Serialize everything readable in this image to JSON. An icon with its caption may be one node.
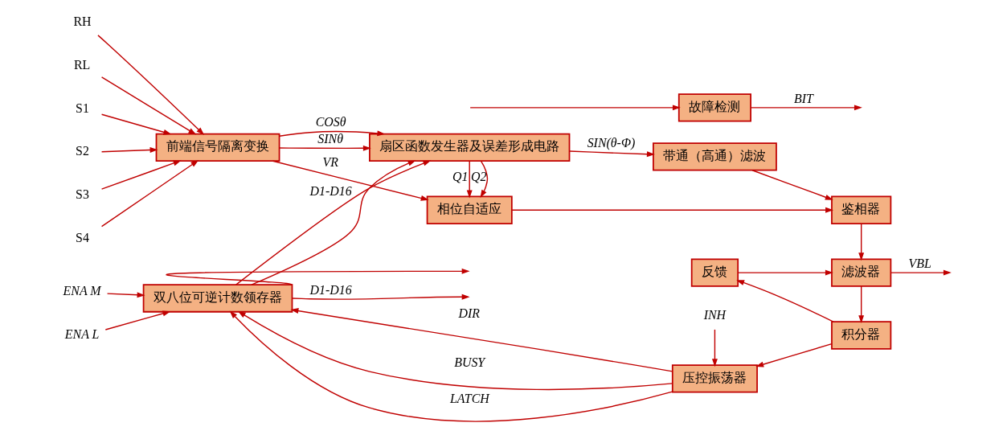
{
  "diagram": {
    "nodes": [
      {
        "text": [
          "RH"
        ]
      },
      {
        "text": [
          "RL"
        ]
      },
      {
        "text": [
          "S1"
        ]
      },
      {
        "text": [
          "S2"
        ]
      },
      {
        "text": [
          "S3"
        ]
      },
      {
        "text": [
          "S4"
        ]
      },
      {
        "text": [
          "前端信号隔离变换"
        ]
      },
      {
        "text": [
          "相位自适应"
        ]
      },
      {
        "text": [
          "故障检测"
        ]
      },
      {
        "text": [
          "扇区函数发生器及误差形成电路"
        ]
      },
      {
        "text": [
          "带通（高通）滤波"
        ]
      },
      {
        "text": [
          "鉴相器"
        ]
      },
      {
        "text": [
          "反馈"
        ]
      },
      {
        "text": [
          "滤波器"
        ]
      },
      {
        "text": [
          "ENA M"
        ]
      },
      {
        "text": [
          "ENA L"
        ]
      },
      {
        "text": [
          "双八位可逆计数领存器"
        ]
      },
      {
        "text": [
          "压控振荡器"
        ]
      },
      {
        "text": [
          "积分器"
        ]
      },
      {
        "text": [
          "INH"
        ]
      }
    ],
    "edges": [
      {
        "from": 0,
        "to": 6,
        "arrow": "to"
      },
      {
        "from": 1,
        "to": 6,
        "arrow": "to"
      },
      {
        "from": 2,
        "to": 6,
        "arrow": "to"
      },
      {
        "from": 3,
        "to": 6,
        "arrow": "to"
      },
      {
        "from": 4,
        "to": 6,
        "arrow": "to"
      },
      {
        "from": 5,
        "to": 6,
        "arrow": "to"
      },
      {
        "from": 6,
        "to": 7,
        "arrow": "to",
        "label": "VR"
      },
      {
        "from": 6,
        "to": 9,
        "arrow": "to",
        "label": "SINθ"
      },
      {
        "from": 6,
        "to": 9,
        "arrow": "to",
        "label": "COSθ"
      },
      {
        "from": 9,
        "to": 7,
        "arrow": "to",
        "label": "Q1"
      },
      {
        "from": 9,
        "to": 7,
        "arrow": "to",
        "label": "Q2"
      },
      {
        "from": null,
        "to": 8,
        "arrow": "to"
      },
      {
        "from": 8,
        "to": null,
        "arrow": "to",
        "label": "BIT"
      },
      {
        "from": 9,
        "to": 10,
        "arrow": "to",
        "label": "SIN(θ-Φ)"
      },
      {
        "from": 7,
        "to": 11,
        "arrow": "to"
      },
      {
        "from": 10,
        "to": 11,
        "arrow": "to"
      },
      {
        "from": 11,
        "to": 13,
        "arrow": "to"
      },
      {
        "from": 12,
        "to": 13,
        "arrow": "to"
      },
      {
        "from": 13,
        "to": 18,
        "arrow": "to"
      },
      {
        "from": 13,
        "to": null,
        "arrow": "to",
        "label": "VBL"
      },
      {
        "from": 18,
        "to": 17,
        "arrow": "to"
      },
      {
        "from": 18,
        "to": 12,
        "arrow": "to"
      },
      {
        "from": 17,
        "to": 16,
        "arrow": "to",
        "label": "DIR"
      },
      {
        "from": 17,
        "to": 16,
        "arrow": "to",
        "label": "BUSY"
      },
      {
        "from": 17,
        "to": 16,
        "arrow": "to",
        "label": "LATCH"
      },
      {
        "from": 16,
        "to": 9,
        "arrow": "to",
        "label": "D1-D16"
      },
      {
        "from": 16,
        "to": 9,
        "arrow": "to"
      },
      {
        "from": 16,
        "to": null,
        "arrow": "to",
        "label": "D1-D16"
      },
      {
        "from": 16,
        "to": null,
        "arrow": "to"
      },
      {
        "from": 14,
        "to": 16,
        "arrow": "to"
      },
      {
        "from": 15,
        "to": 16,
        "arrow": "to"
      },
      {
        "from": 19,
        "to": 17,
        "arrow": "to"
      }
    ]
  }
}
